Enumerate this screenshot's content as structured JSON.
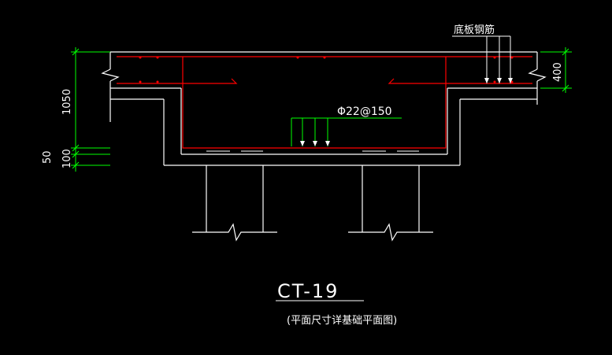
{
  "drawing": {
    "title": "CT-19",
    "subtitle": "(平面尺寸详基础平面图)",
    "labels": {
      "bottom_rebar": "底板钢筋",
      "rebar_spec": "Φ22@150"
    },
    "dimensions": {
      "left_total": "1050",
      "left_small_1": "50",
      "left_small_2": "100",
      "right": "400"
    }
  },
  "colors": {
    "background": "#000000",
    "outline": "#ffffff",
    "rebar": "#ff0000",
    "dimension": "#00ff00",
    "note_leader": "#00ff00"
  }
}
